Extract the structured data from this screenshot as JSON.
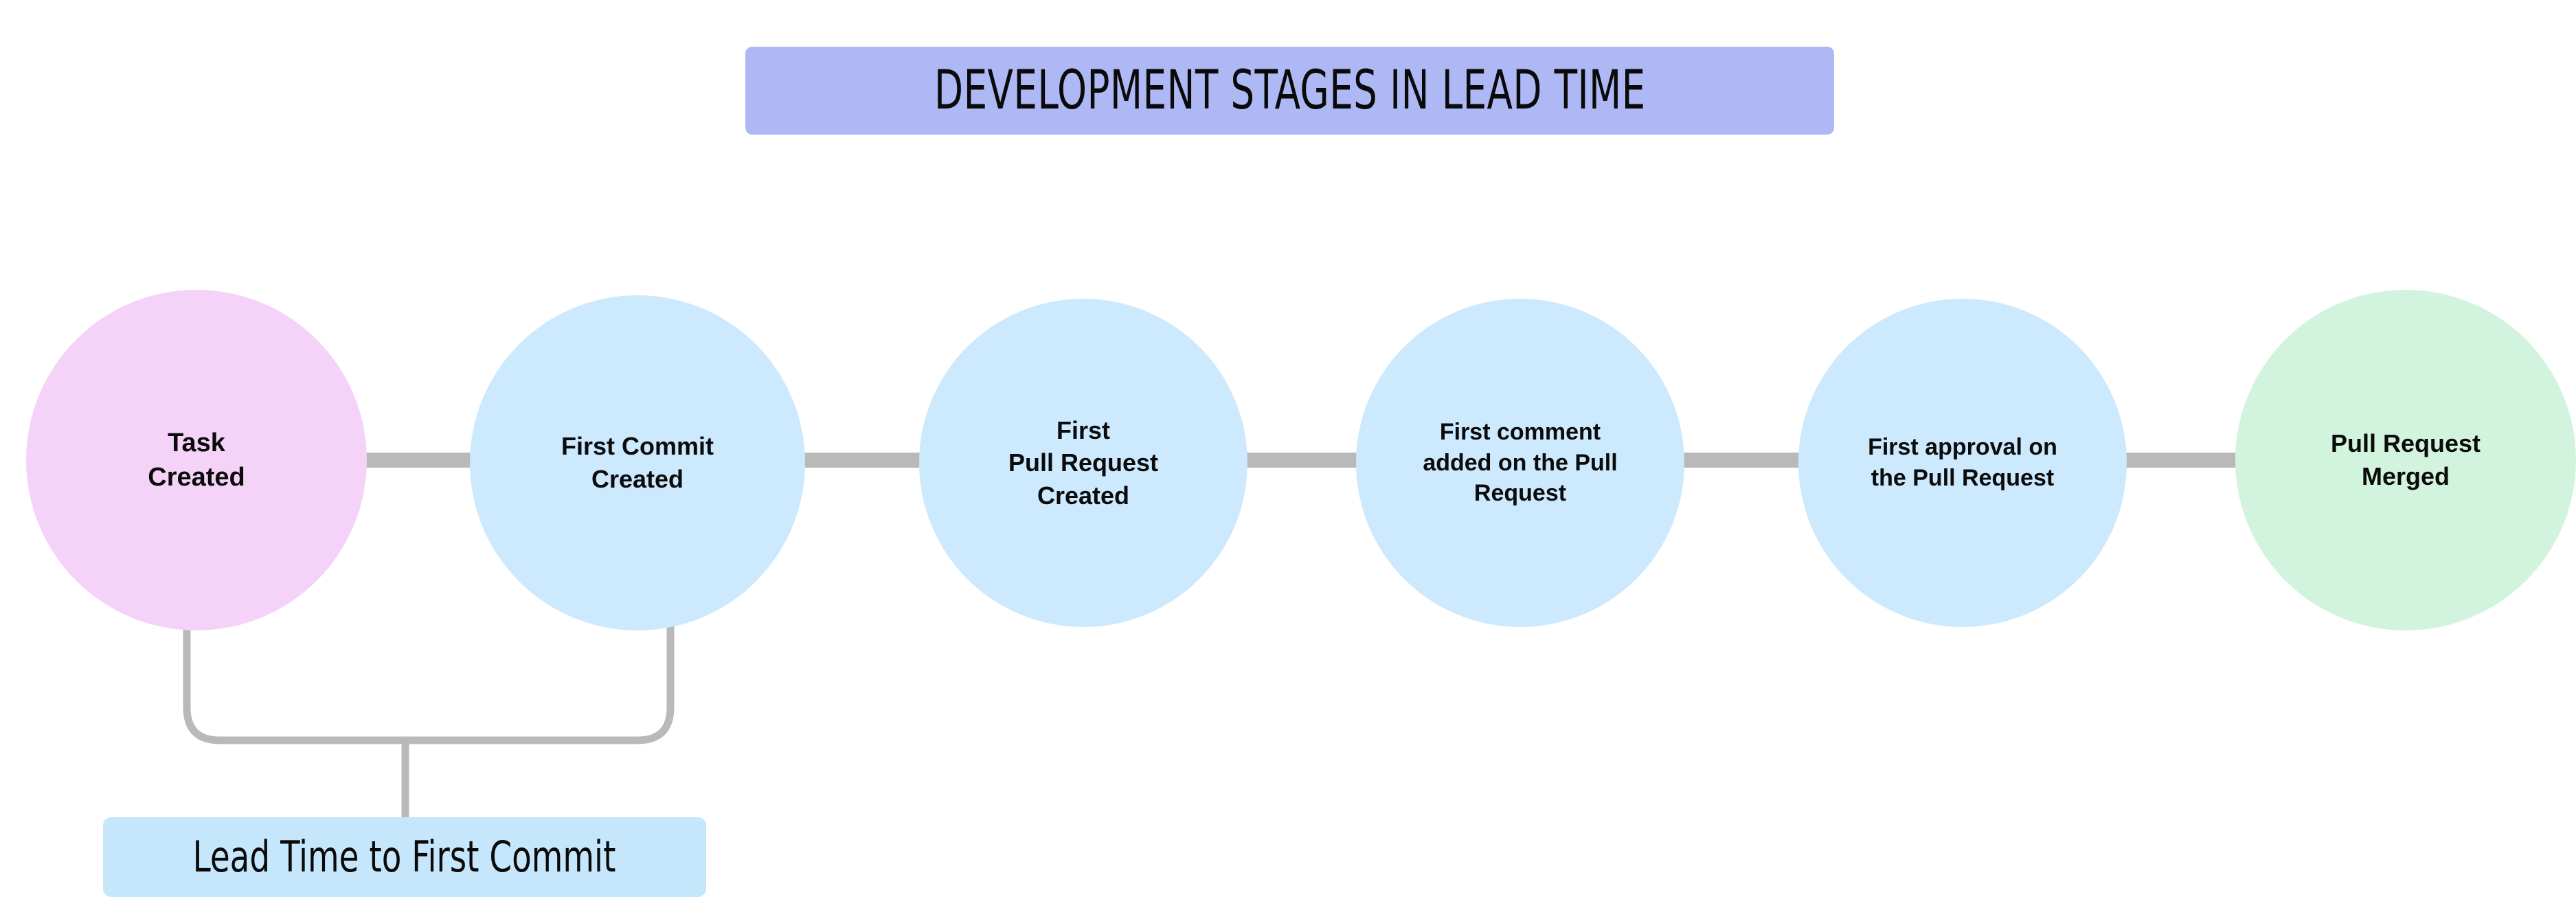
{
  "diagram": {
    "title": "DEVELOPMENT STAGES IN LEAD TIME",
    "title_bg_color": "#AEB8F5",
    "background_color": "#FFFFFF",
    "connector_color": "#B9B9B9",
    "stages": [
      {
        "id": "task-created",
        "label": "Task\nCreated",
        "color": "#F5D3F9",
        "order": 1
      },
      {
        "id": "first-commit-created",
        "label": "First Commit\nCreated",
        "color": "#CCE9FD",
        "order": 2
      },
      {
        "id": "first-pull-request-created",
        "label": "First\nPull Request\nCreated",
        "color": "#CCE9FD",
        "order": 3
      },
      {
        "id": "first-comment-on-pull-request",
        "label": "First comment\nadded on the Pull\nRequest",
        "color": "#CCE9FD",
        "order": 4
      },
      {
        "id": "first-approval-on-pull-request",
        "label": "First approval on\nthe Pull Request",
        "color": "#CCE9FD",
        "order": 5
      },
      {
        "id": "pull-request-merged",
        "label": "Pull Request\nMerged",
        "color": "#D2F4DE",
        "order": 6
      }
    ],
    "measure": {
      "label": "Lead Time to First Commit",
      "bg_color": "#C6E7FB",
      "spans_from": "task-created",
      "spans_to": "first-commit-created"
    }
  }
}
